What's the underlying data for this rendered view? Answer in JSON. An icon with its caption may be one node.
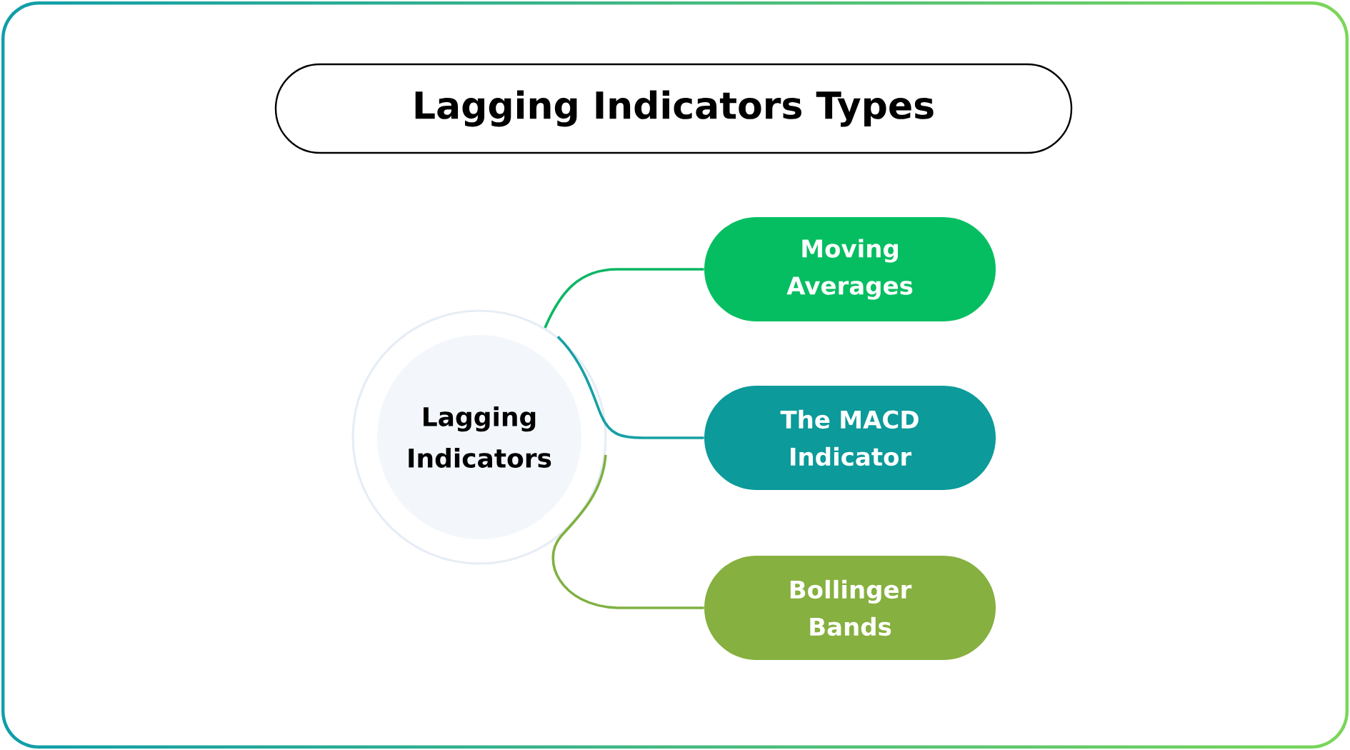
{
  "diagram": {
    "title": "Lagging Indicators Types",
    "nodes": [
      {
        "text": [
          "Lagging Indicators"
        ]
      },
      {
        "text": [
          "Moving Averages"
        ]
      },
      {
        "text": [
          "The MACD Indicator"
        ]
      },
      {
        "text": [
          "Bollinger Bands"
        ]
      }
    ],
    "edges": [
      {
        "from": 0,
        "to": 1,
        "arrow": "none",
        "color": "#0bb764"
      },
      {
        "from": 0,
        "to": 2,
        "arrow": "none",
        "color": "#16a0a5"
      },
      {
        "from": 0,
        "to": 3,
        "arrow": "none",
        "color": "#7fb142"
      }
    ]
  }
}
